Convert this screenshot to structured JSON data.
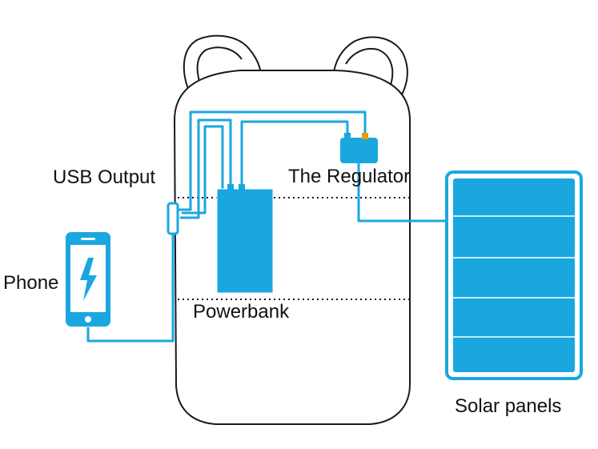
{
  "labels": {
    "usb_output": "USB Output",
    "regulator": "The Regulator",
    "phone": "Phone",
    "powerbank": "Powerbank",
    "solar_panels": "Solar panels"
  },
  "icons": {
    "phone_screen": "lightning-bolt-icon"
  },
  "colors": {
    "accent": "#1aa7e0",
    "outline": "#1a1a1a",
    "background": "#ffffff"
  }
}
